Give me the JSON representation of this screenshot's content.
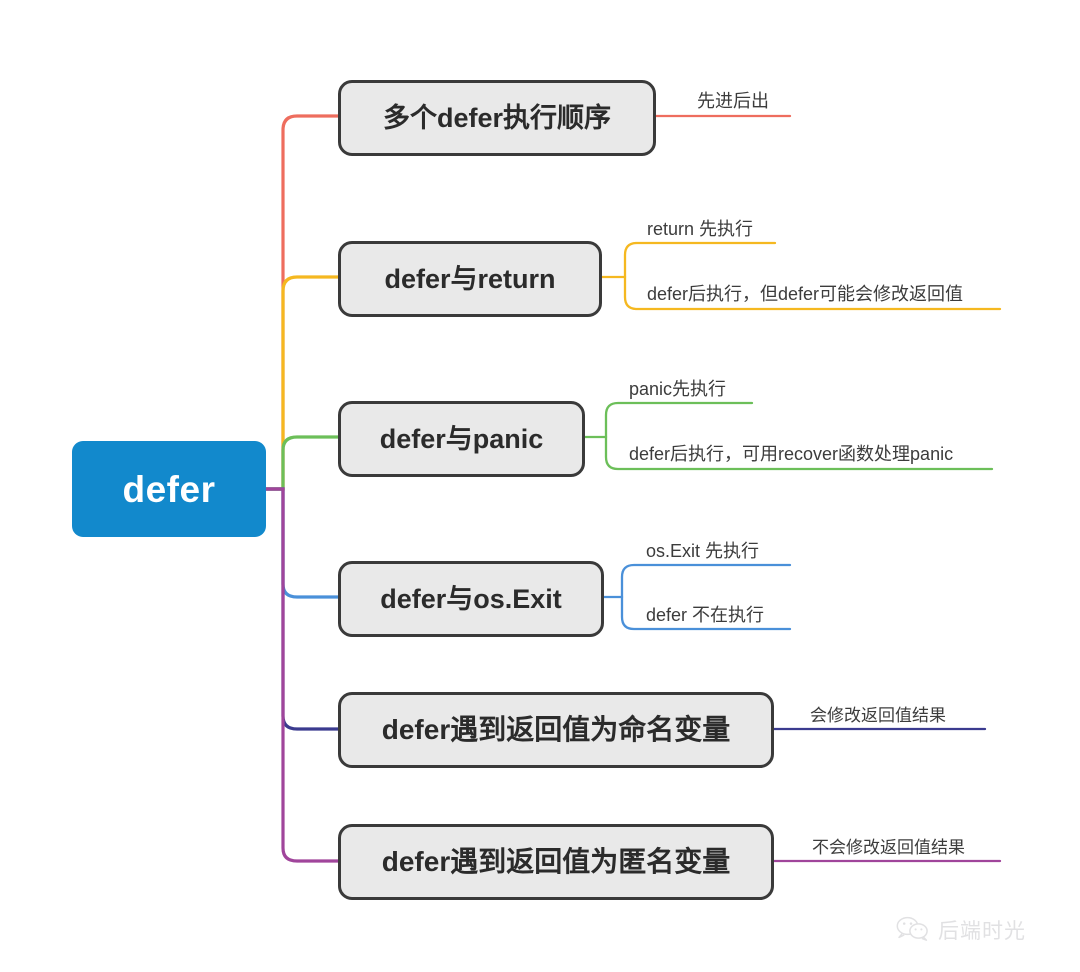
{
  "diagram": {
    "type": "mindmap",
    "title": "defer",
    "background": "#ffffff",
    "root": {
      "label": "defer",
      "color": "#1289cc",
      "text_color": "#ffffff"
    },
    "node_style": {
      "fill": "#e9e9e9",
      "border": "#3a3a3a",
      "text_color": "#2b2b2b"
    },
    "branches": [
      {
        "label": "多个defer执行顺序",
        "color": "#ee6d5e",
        "leaves": [
          {
            "label": "先进后出"
          }
        ]
      },
      {
        "label": "defer与return",
        "color": "#f5b820",
        "leaves": [
          {
            "label": "return 先执行"
          },
          {
            "label": "defer后执行，但defer可能会修改返回值"
          }
        ]
      },
      {
        "label": "defer与panic",
        "color": "#6cbf59",
        "leaves": [
          {
            "label": "panic先执行"
          },
          {
            "label": "defer后执行，可用recover函数处理panic"
          }
        ]
      },
      {
        "label": "defer与os.Exit",
        "color": "#4a90d9",
        "leaves": [
          {
            "label": "os.Exit 先执行"
          },
          {
            "label": "defer 不在执行"
          }
        ]
      },
      {
        "label": "defer遇到返回值为命名变量",
        "color": "#3b3b8f",
        "leaves": [
          {
            "label": "会修改返回值结果"
          }
        ]
      },
      {
        "label": "defer遇到返回值为匿名变量",
        "color": "#a0459b",
        "leaves": [
          {
            "label": "不会修改返回值结果"
          }
        ]
      }
    ]
  },
  "watermark": {
    "text": "后端时光",
    "icon": "wechat-icon",
    "color": "#b9b9bd"
  },
  "chart_data": {
    "type": "table",
    "title": "defer",
    "categories": [
      "多个defer执行顺序",
      "defer与return",
      "defer与panic",
      "defer与os.Exit",
      "defer遇到返回值为命名变量",
      "defer遇到返回值为匿名变量"
    ],
    "series": [
      {
        "name": "多个defer执行顺序",
        "values": [
          "先进后出"
        ]
      },
      {
        "name": "defer与return",
        "values": [
          "return 先执行",
          "defer后执行，但defer可能会修改返回值"
        ]
      },
      {
        "name": "defer与panic",
        "values": [
          "panic先执行",
          "defer后执行，可用recover函数处理panic"
        ]
      },
      {
        "name": "defer与os.Exit",
        "values": [
          "os.Exit 先执行",
          "defer 不在执行"
        ]
      },
      {
        "name": "defer遇到返回值为命名变量",
        "values": [
          "会修改返回值结果"
        ]
      },
      {
        "name": "defer遇到返回值为匿名变量",
        "values": [
          "不会修改返回值结果"
        ]
      }
    ]
  }
}
